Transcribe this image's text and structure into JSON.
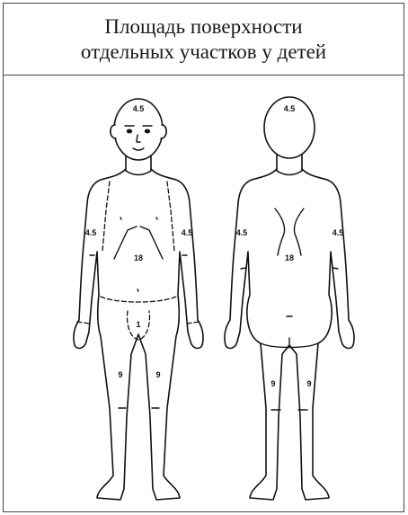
{
  "title": {
    "line1": "Площадь поверхности",
    "line2": "отдельных участков у детей"
  },
  "front": {
    "head": "4.5",
    "arm_left": "4.5",
    "arm_right": "4.5",
    "trunk": "18",
    "genital": "1",
    "leg_left": "9",
    "leg_right": "9"
  },
  "back": {
    "head": "4.5",
    "arm_left": "4.5",
    "arm_right": "4.5",
    "trunk": "18",
    "leg_left": "9",
    "leg_right": "9"
  },
  "colors": {
    "line": "#111111",
    "border": "#444444"
  }
}
